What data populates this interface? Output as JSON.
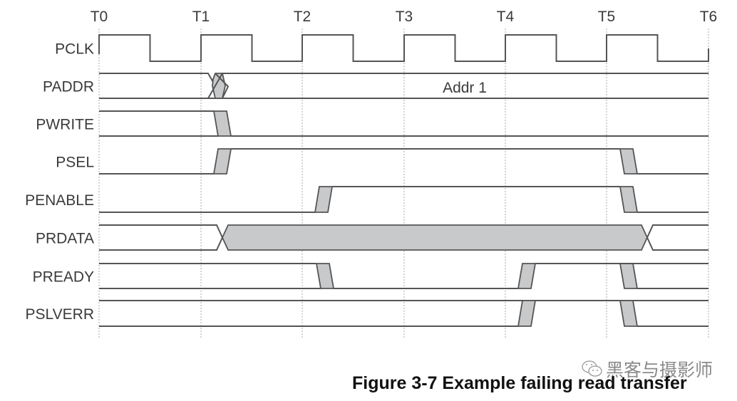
{
  "figure": {
    "caption": "Figure 3-7 Example failing read transfer",
    "watermark": "黑客与摄影师",
    "watermark_icon": "wechat-icon",
    "time_markers": [
      "T0",
      "T1",
      "T2",
      "T3",
      "T4",
      "T5",
      "T6"
    ],
    "signals": [
      {
        "name": "PCLK",
        "type": "clock"
      },
      {
        "name": "PADDR",
        "type": "bus",
        "value_label": "Addr 1"
      },
      {
        "name": "PWRITE",
        "type": "bit",
        "description": "falls low after T1"
      },
      {
        "name": "PSEL",
        "type": "bit",
        "description": "rises after T1, falls after T5"
      },
      {
        "name": "PENABLE",
        "type": "bit",
        "description": "rises after T2, falls after T5"
      },
      {
        "name": "PRDATA",
        "type": "bus",
        "description": "valid region from after T1 to after T5"
      },
      {
        "name": "PREADY",
        "type": "bit",
        "description": "falls after T2, rises after T4, falls after T5"
      },
      {
        "name": "PSLVERR",
        "type": "bit",
        "description": "rises after T4, falls after T5"
      }
    ]
  }
}
